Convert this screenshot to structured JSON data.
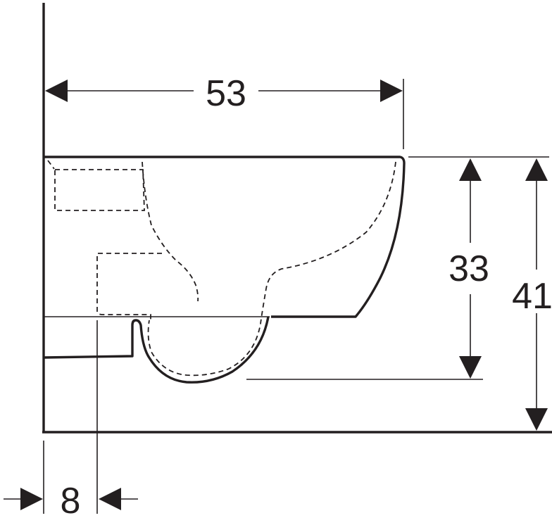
{
  "diagram": {
    "subject": "wall-hung toilet side view",
    "units": "cm",
    "dimensions": {
      "width": {
        "label": "53",
        "description": "overall projection from wall"
      },
      "bowl_height": {
        "label": "33",
        "description": "rim to bottom of bowl"
      },
      "total_height": {
        "label": "41",
        "description": "rim to floor"
      },
      "wall_offset": {
        "label": "8",
        "description": "wall to outlet reference"
      }
    },
    "colors": {
      "line": "#231f20",
      "background": "#ffffff"
    }
  }
}
